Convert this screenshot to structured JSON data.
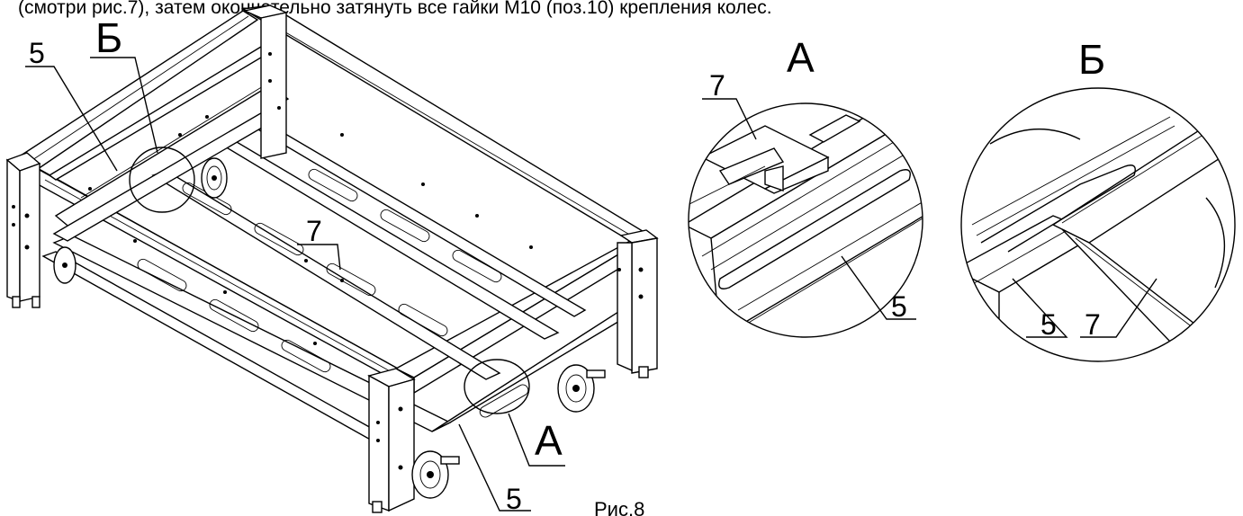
{
  "header_text": "(смотри рис.7), затем окончательно затянуть все гайки М10 (поз.10) крепления колес.",
  "caption": "Рис.8",
  "main_view": {
    "labels": {
      "pos5_top": "5",
      "detail_b": "Б",
      "pos7": "7",
      "detail_a": "А",
      "pos5_bottom": "5"
    }
  },
  "detail_a": {
    "title": "А",
    "pos7": "7",
    "pos5": "5"
  },
  "detail_b": {
    "title": "Б",
    "pos5": "5",
    "pos7": "7"
  }
}
